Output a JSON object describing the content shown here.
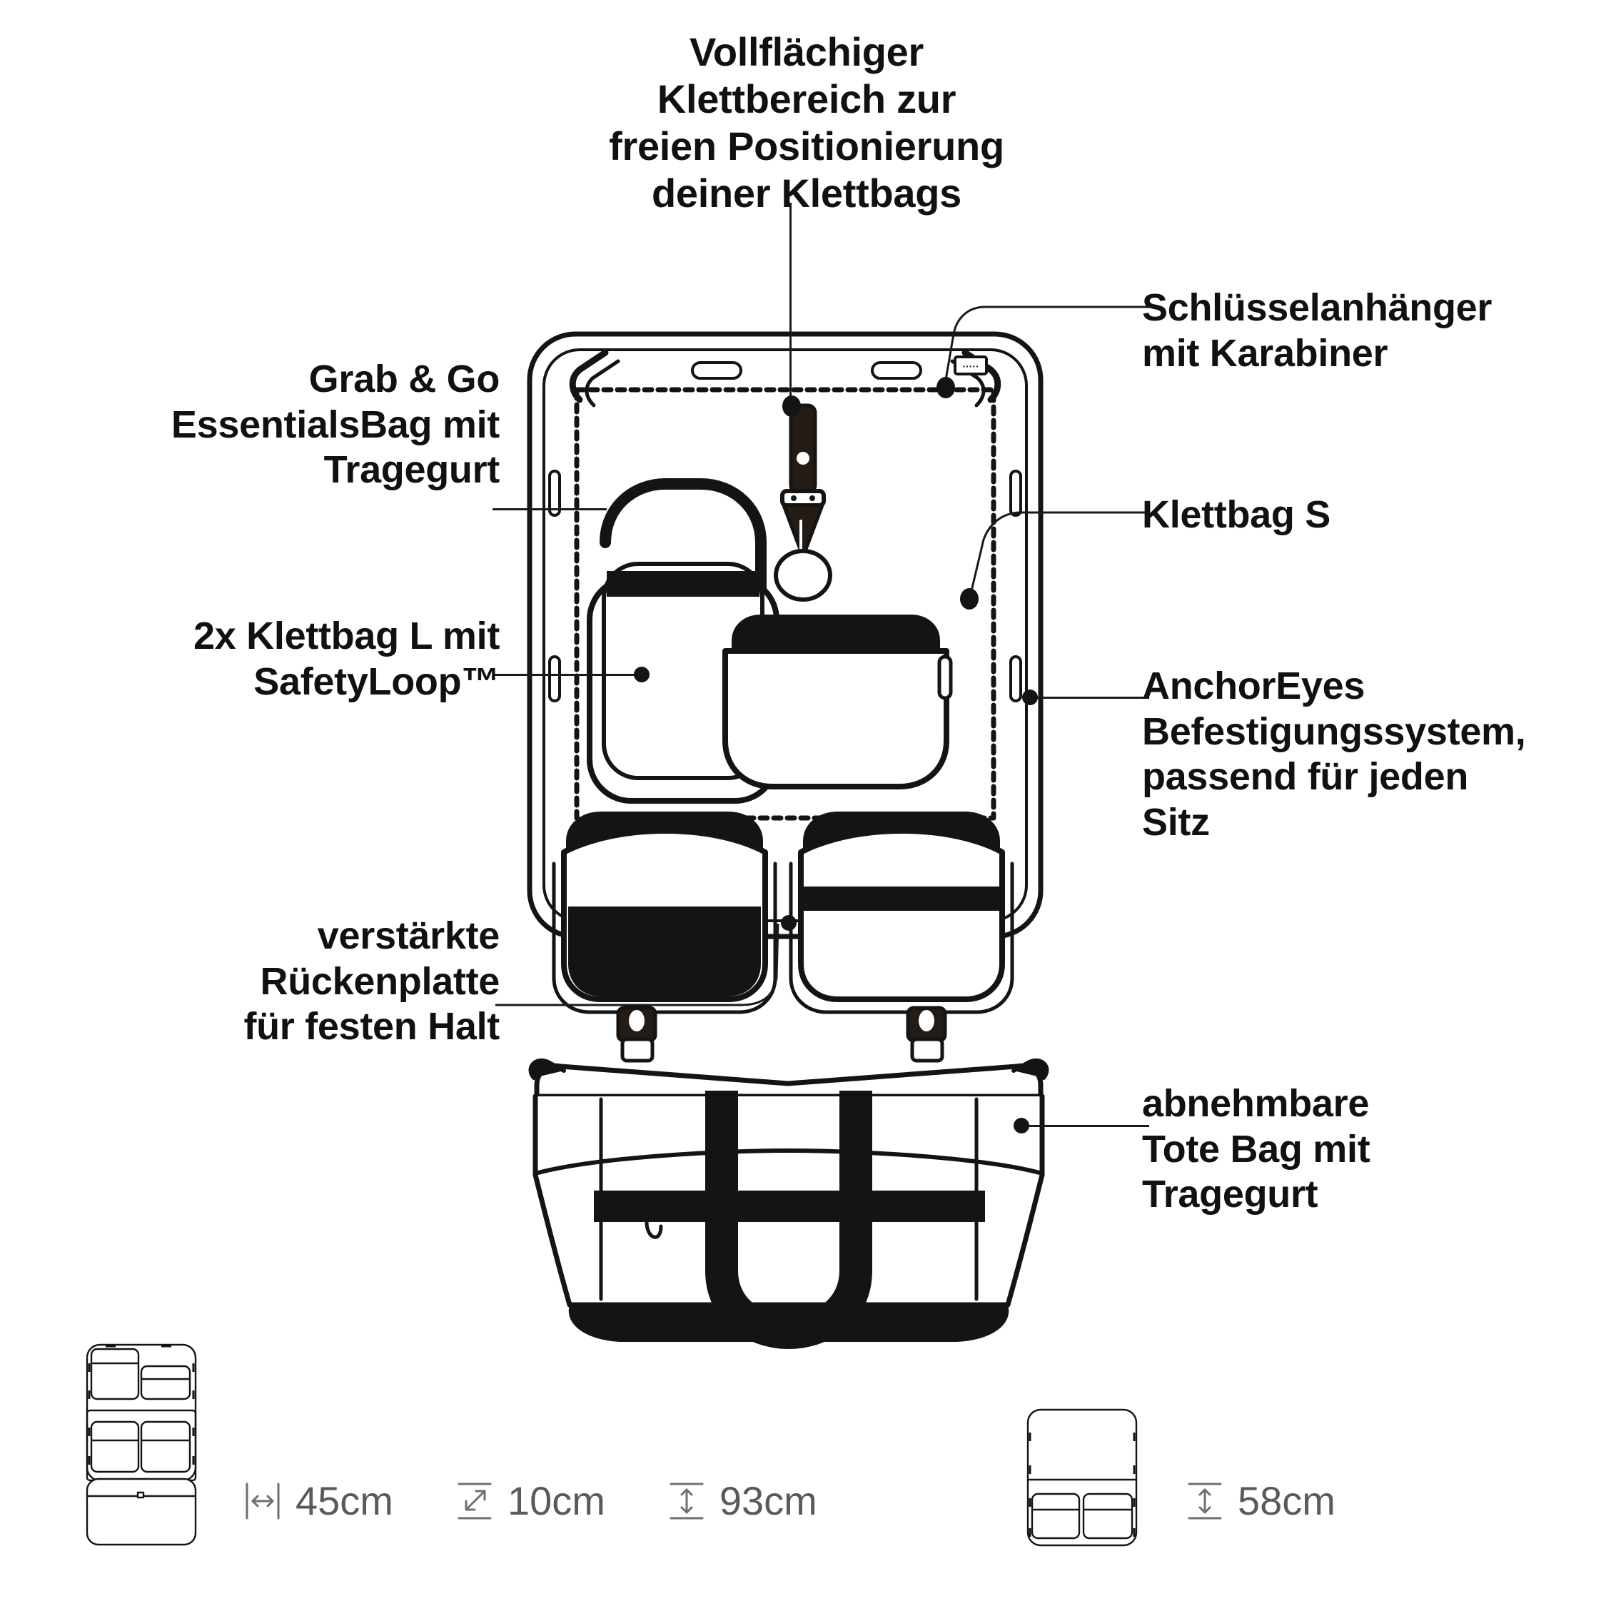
{
  "product_diagram": {
    "title": "Car seat organizer feature diagram",
    "callouts": [
      {
        "id": "velcro",
        "text": "Vollflächiger\nKlettbereich zur\nfreien Positionierung\ndeiner Klettbags",
        "align": "center",
        "side": "top"
      },
      {
        "id": "grabgo",
        "text": "Grab & Go\nEssentialsBag mit\nTragegurt",
        "align": "right",
        "side": "left"
      },
      {
        "id": "klettl",
        "text": "2x Klettbag L mit\nSafetyLoop™",
        "align": "right",
        "side": "left"
      },
      {
        "id": "back",
        "text": "verstärkte\nRückenplatte\nfür festen Halt",
        "align": "right",
        "side": "left"
      },
      {
        "id": "key",
        "text": "Schlüsselanhänger\nmit Karabiner",
        "align": "left",
        "side": "right"
      },
      {
        "id": "kletts",
        "text": "Klettbag S",
        "align": "left",
        "side": "right"
      },
      {
        "id": "anchor",
        "text": "AnchorEyes\nBefestigungssystem,\npassend für jeden\nSitz",
        "align": "left",
        "side": "right"
      },
      {
        "id": "tote",
        "text": "abnehmbare\nTote Bag mit\nTragegurt",
        "align": "left",
        "side": "right"
      }
    ],
    "dimensions": {
      "main": [
        {
          "icon": "width-icon",
          "value": "45cm",
          "measure": "width"
        },
        {
          "icon": "depth-icon",
          "value": "10cm",
          "measure": "depth"
        },
        {
          "icon": "height-icon",
          "value": "93cm",
          "measure": "height"
        }
      ],
      "secondary": [
        {
          "icon": "height-icon",
          "value": "58cm",
          "measure": "height"
        }
      ]
    },
    "colors": {
      "ink": "#111111",
      "line": "#1a1a1a",
      "dim_text": "#5a5a5a",
      "dim_icon": "#6f6f6f",
      "background": "#ffffff"
    }
  }
}
